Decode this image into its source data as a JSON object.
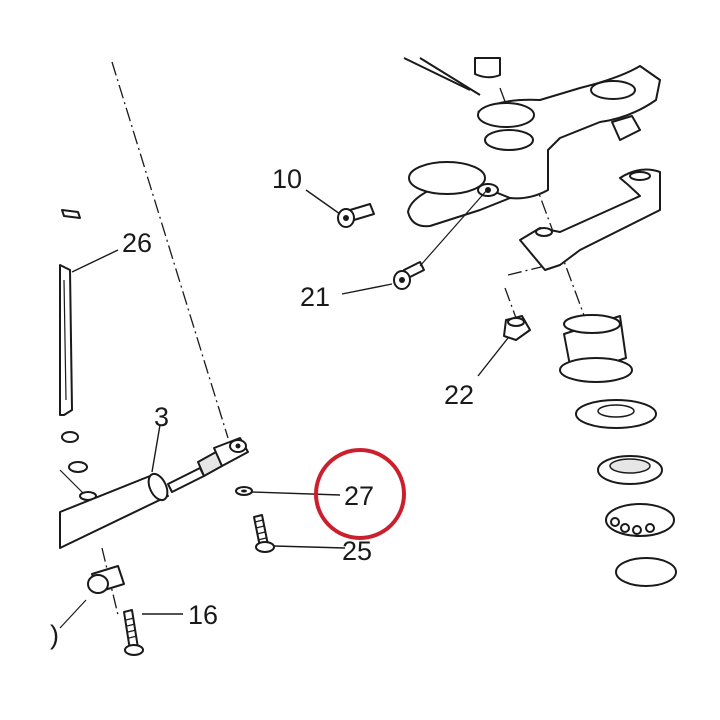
{
  "diagram": {
    "callouts": [
      {
        "id": "10",
        "label": "10"
      },
      {
        "id": "21",
        "label": "21"
      },
      {
        "id": "22",
        "label": "22"
      },
      {
        "id": "26",
        "label": "26"
      },
      {
        "id": "3",
        "label": "3"
      },
      {
        "id": "27",
        "label": "27"
      },
      {
        "id": "25",
        "label": "25"
      },
      {
        "id": "16",
        "label": "16"
      }
    ],
    "highlight": {
      "target": "27",
      "color": "#cc1f2e"
    }
  }
}
